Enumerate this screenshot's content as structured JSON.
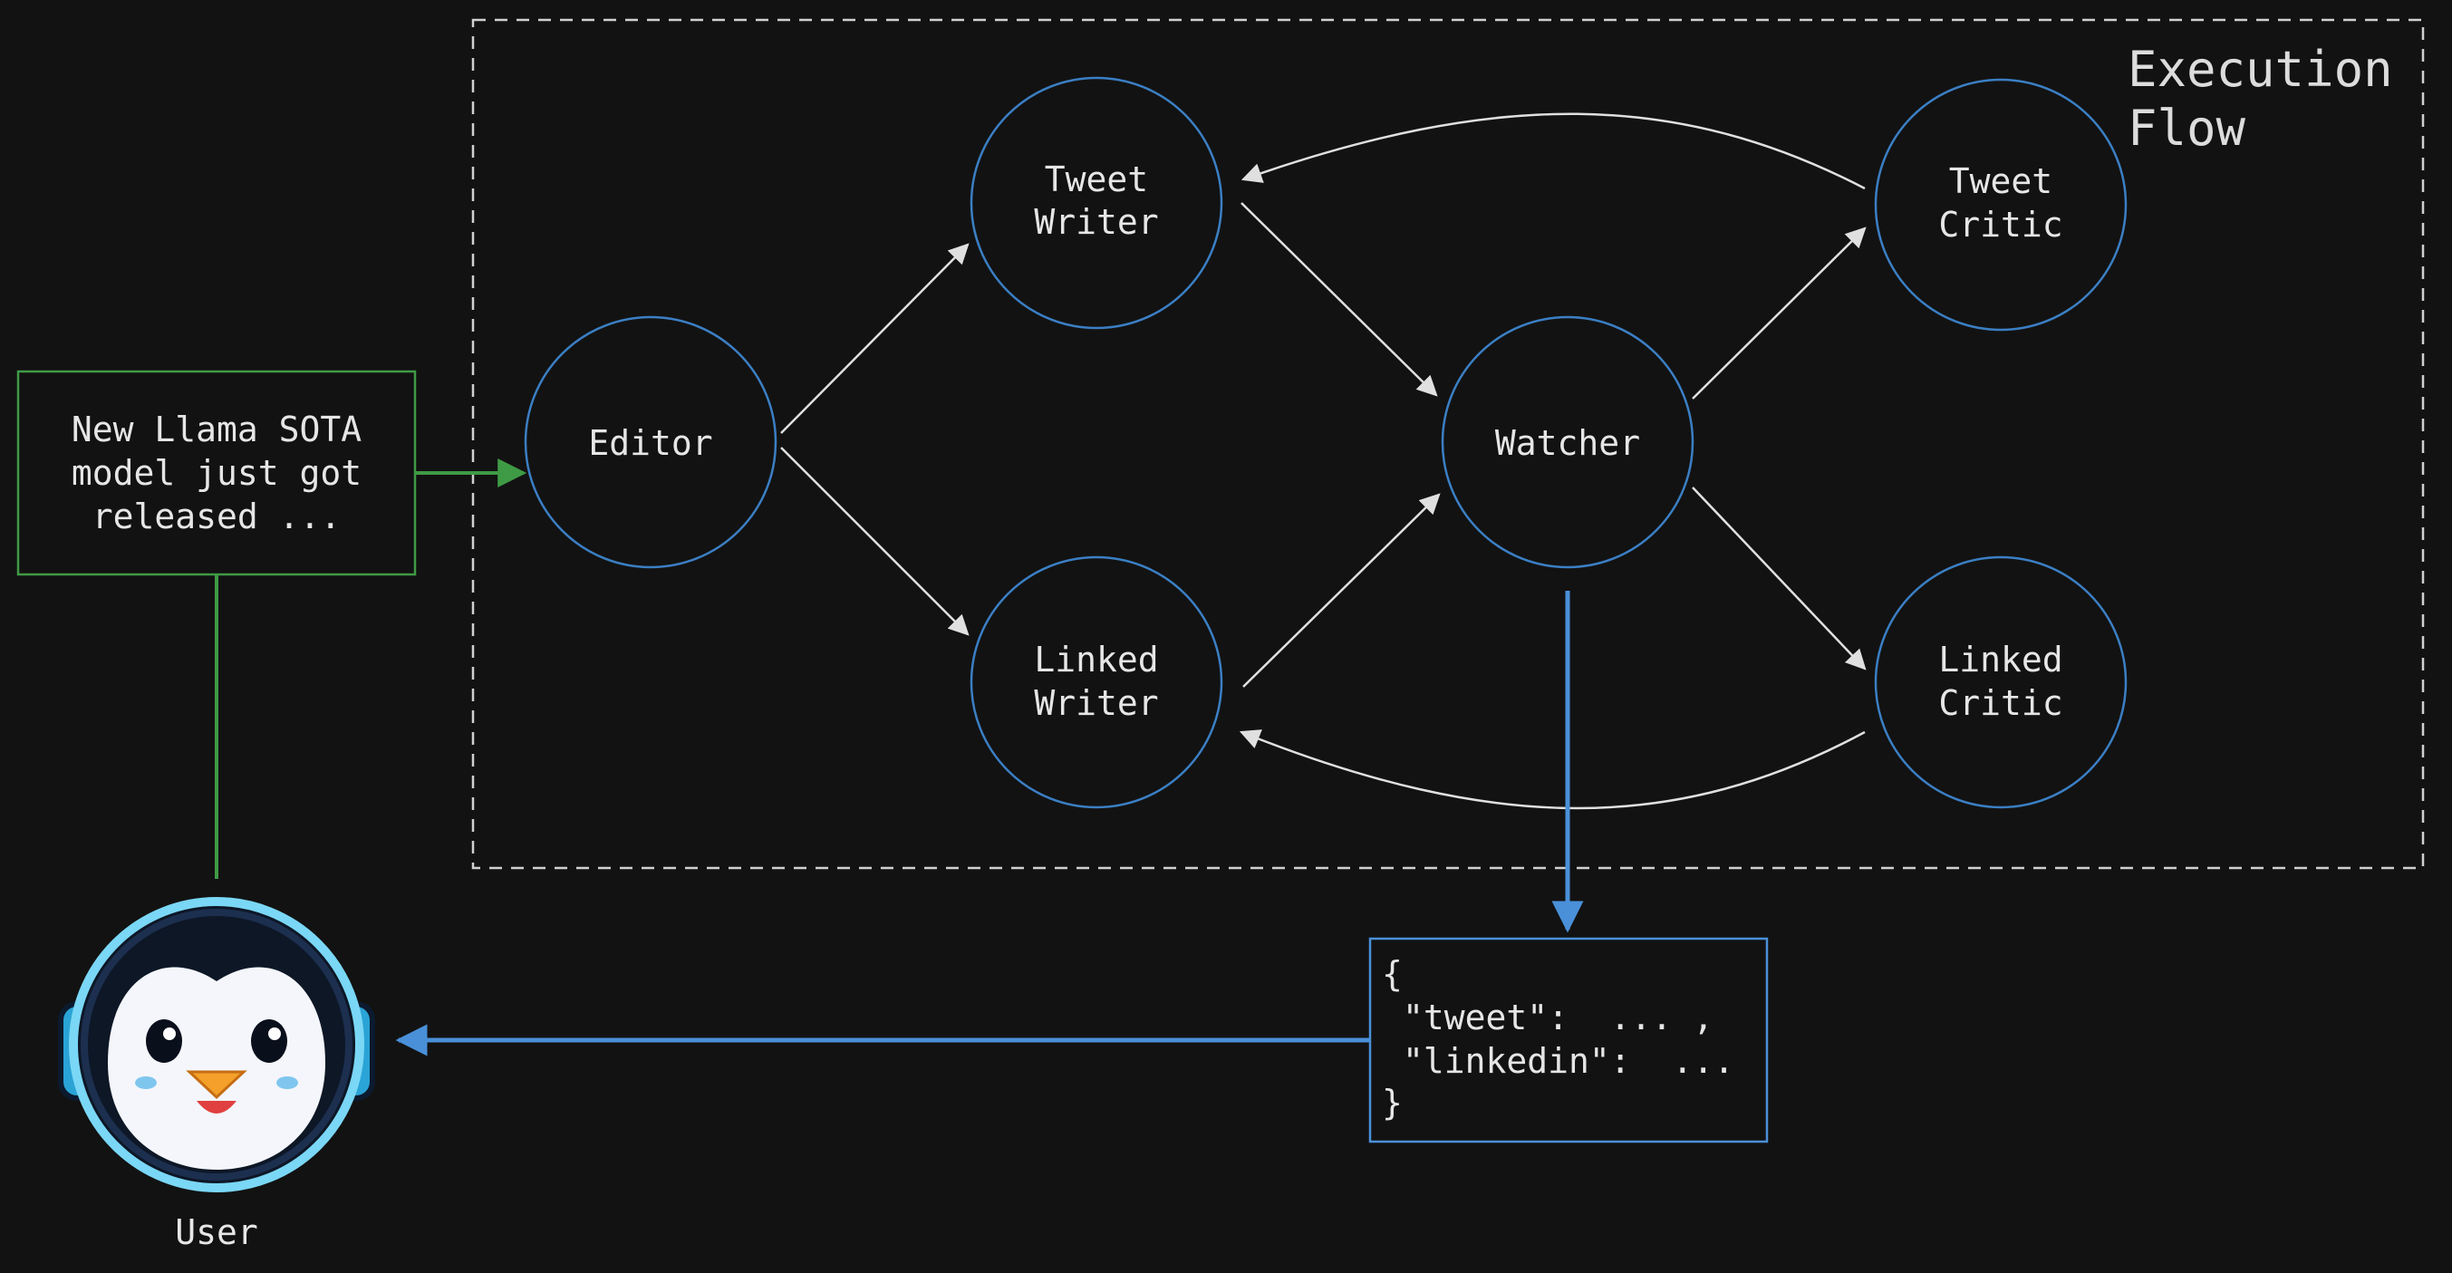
{
  "container": {
    "title_line1": "Execution",
    "title_line2": "Flow"
  },
  "input_box": {
    "line1": "New Llama SOTA",
    "line2": "model just got",
    "line3": "released ..."
  },
  "nodes": {
    "editor": {
      "label1": "Editor"
    },
    "tweet_writer": {
      "label1": "Tweet",
      "label2": "Writer"
    },
    "linked_writer": {
      "label1": "Linked",
      "label2": "Writer"
    },
    "watcher": {
      "label1": "Watcher"
    },
    "tweet_critic": {
      "label1": "Tweet",
      "label2": "Critic"
    },
    "linked_critic": {
      "label1": "Linked",
      "label2": "Critic"
    }
  },
  "output_box": {
    "line1": "{",
    "line2": "\"tweet\":  ... ,",
    "line3": "\"linkedin\":  ...",
    "line4": "}"
  },
  "user": {
    "label": "User"
  },
  "colors": {
    "background": "#121212",
    "node_stroke": "#3b7fc4",
    "input_stroke": "#3f9a45",
    "output_stroke": "#4a90d9",
    "arrow_white": "#e0e0e0",
    "dashed_border": "#d0d0d0"
  },
  "icons": {
    "avatar": "penguin-headphones-icon"
  }
}
